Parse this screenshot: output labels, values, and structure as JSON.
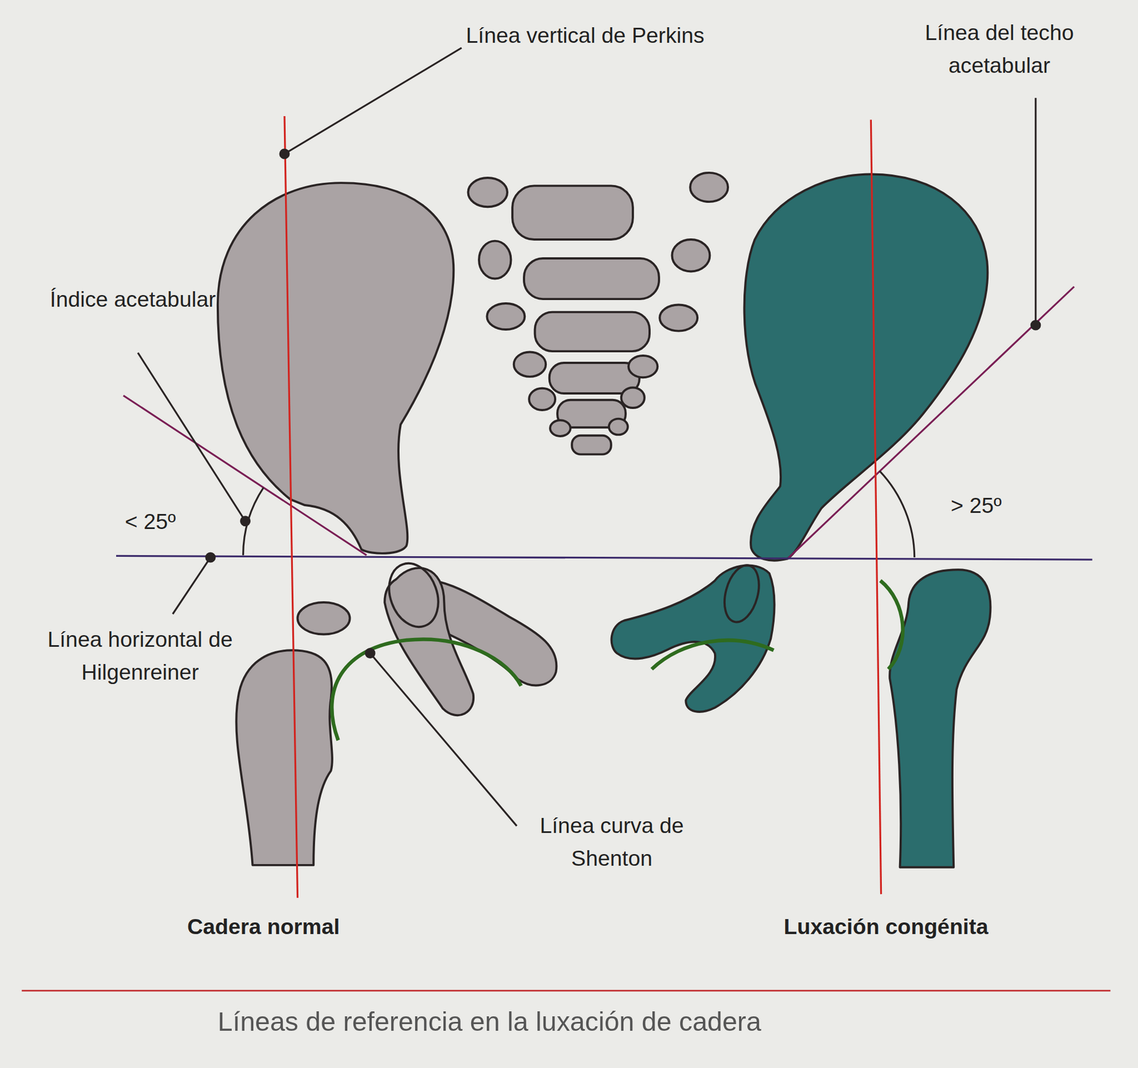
{
  "diagram": {
    "caption": "Líneas de referencia en la luxación de cadera",
    "labels": [
      "Línea vertical de Perkins",
      "Línea del techo acetabular",
      "Índice acetabular",
      "< 25º",
      "> 25º",
      "Línea horizontal de Hilgenreiner",
      "Línea curva de Shenton",
      "Cadera normal",
      "Luxación congénita"
    ]
  }
}
